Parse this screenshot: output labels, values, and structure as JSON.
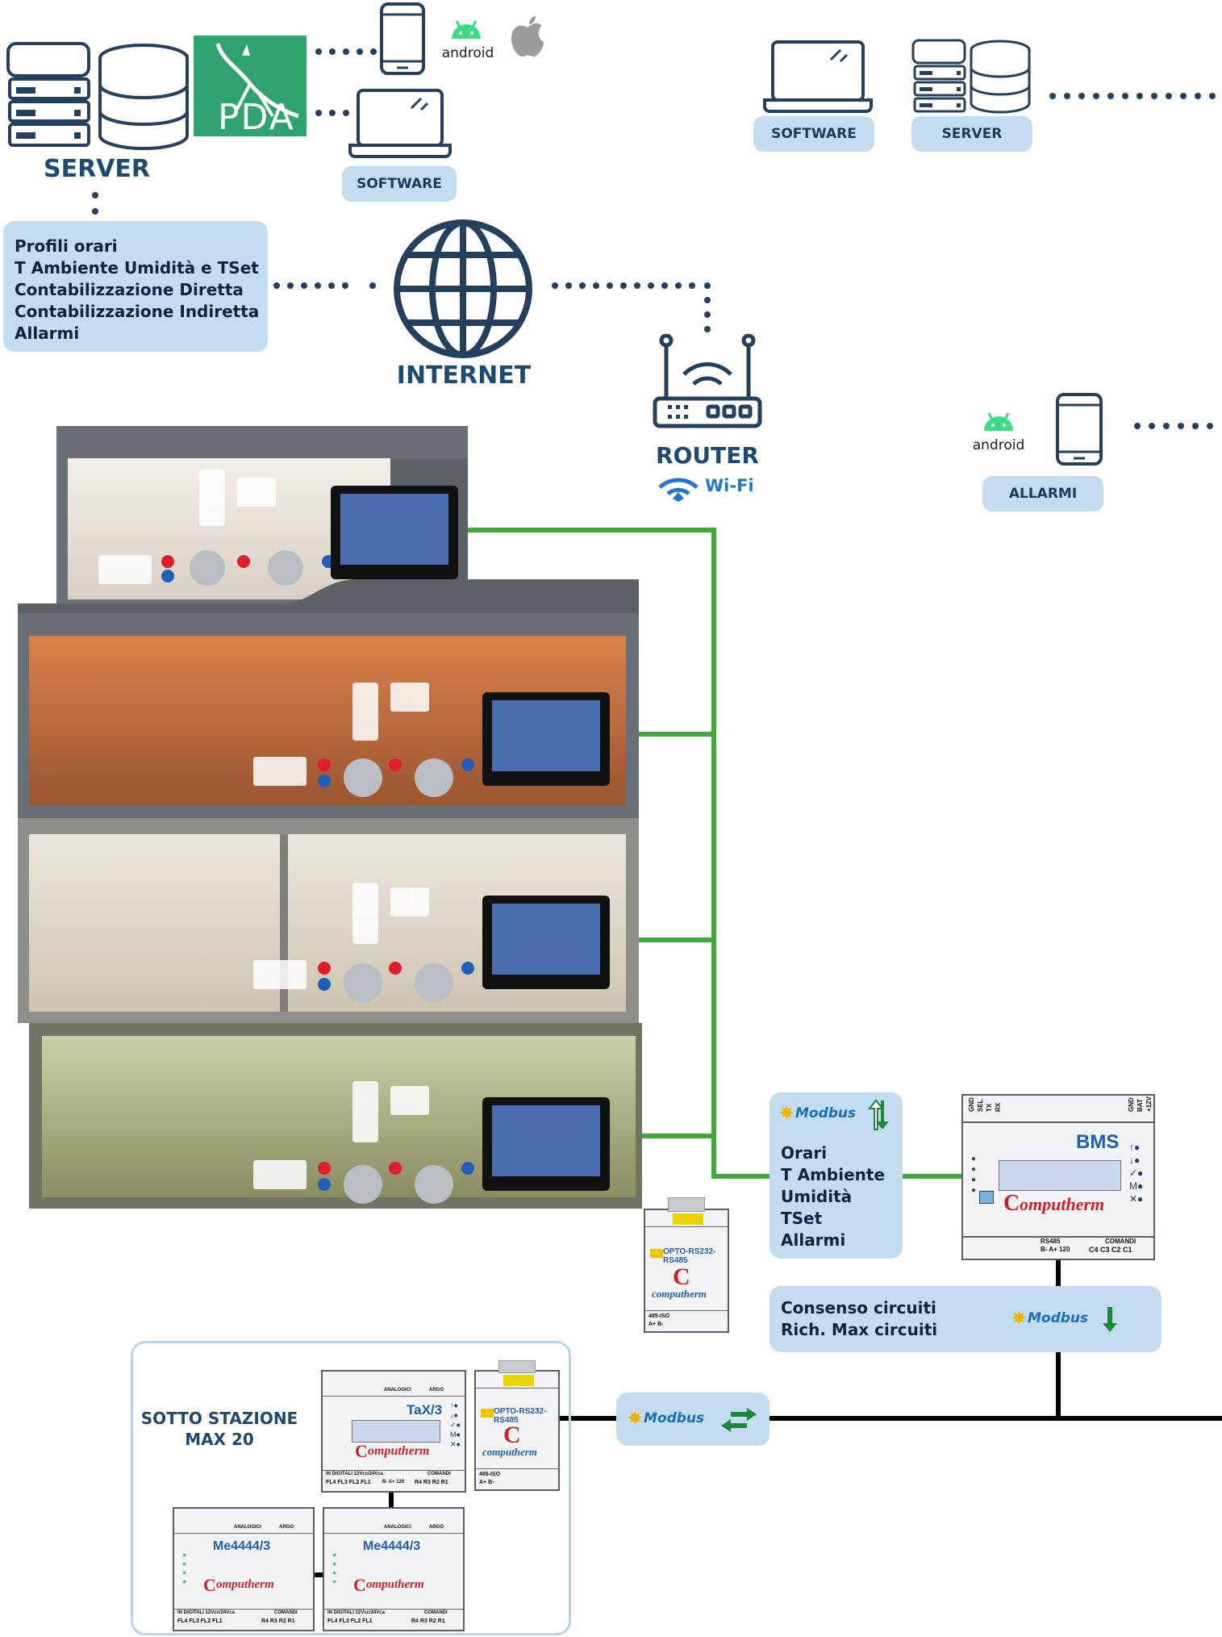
{
  "colors": {
    "navy": "#25405e",
    "accent_pill": "#c3dcef",
    "green_wire": "#3dab35",
    "bus_wire": "#000000",
    "android_green": "#3ddc84",
    "modbus_blue": "#1a6fb5",
    "computherm_red": "#d11f2a"
  },
  "top_left": {
    "server_label": "SERVER",
    "pda_logo_text": "PDA",
    "android_text": "android",
    "software_label": "SOFTWARE"
  },
  "info_box": {
    "lines": [
      "Profili orari",
      "T Ambiente Umidità e TSet",
      "Contabilizzazione Diretta",
      "Contabilizzazione Indiretta",
      "Allarmi"
    ]
  },
  "internet": {
    "label": "INTERNET"
  },
  "router": {
    "label": "ROUTER",
    "wifi_label": "Wi-Fi"
  },
  "top_right": {
    "software_label": "SOFTWARE",
    "server_label": "SERVER"
  },
  "alarm_phone": {
    "android_text": "android",
    "label": "ALLARMI"
  },
  "modbus_box": {
    "modbus_text": "Modbus",
    "lines": [
      "Orari",
      "T Ambiente",
      "Umidità",
      "TSet",
      "Allarmi"
    ]
  },
  "consent_box": {
    "lines": [
      "Consenso circuiti",
      "Rich. Max circuiti"
    ],
    "modbus_text": "Modbus"
  },
  "bus_modbus": {
    "modbus_text": "Modbus"
  },
  "bms": {
    "title": "BMS",
    "brand": "omputherm",
    "top_terms": [
      "GND",
      "SEL",
      "TX",
      "RX"
    ],
    "top_terms_right": [
      "GND",
      "BAT",
      "+12V"
    ],
    "bottom_rs485": "RS485",
    "bottom_rs485_sub": "B- A+ 120",
    "bottom_comandi": "COMANDI",
    "bottom_comandi_sub": "C4 C3 C2 C1"
  },
  "opto": {
    "label": "OPTO-RS232-RS485",
    "brand": "computherm",
    "foot": "485-ISO",
    "foot_sub": "A+ B-"
  },
  "substation": {
    "title_line1": "SOTTO STAZIONE",
    "title_line2": "MAX 20",
    "tax3": "TaX/3",
    "me1": "Me4444/3",
    "me2": "Me4444/3",
    "brand": "omputherm",
    "digital_label": "IN DIGITALI 12Vcc/24Vca",
    "digital_sub": "FL4 FL3 FL2 FL1",
    "rs485_sub": "B- A+ 120",
    "comandi": "COMANDI",
    "comandi_sub": "R4 R3 R2 R1",
    "analog": "ANALOGICI",
    "argo": "ARGO"
  }
}
